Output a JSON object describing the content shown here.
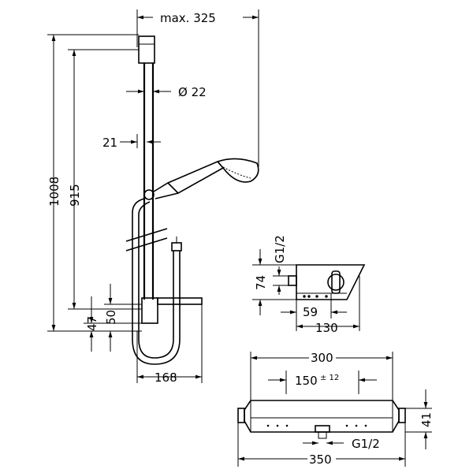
{
  "diagram": {
    "shower_set": {
      "max_width": "max. 325",
      "rail_diameter": "Ø 22",
      "wall_offset": "21",
      "total_height": "1008",
      "rail_height": "915",
      "lower_offset": "47",
      "bracket_height": "50",
      "hose_width": "168"
    },
    "thermostat_side": {
      "connection": "G1/2",
      "height": "74",
      "depth_inner": "59",
      "depth_total": "130"
    },
    "thermostat_front": {
      "width": "300",
      "center_distance": "150",
      "center_tolerance": "± 12",
      "height": "41",
      "connection": "G1/2",
      "overall_width": "350"
    }
  }
}
